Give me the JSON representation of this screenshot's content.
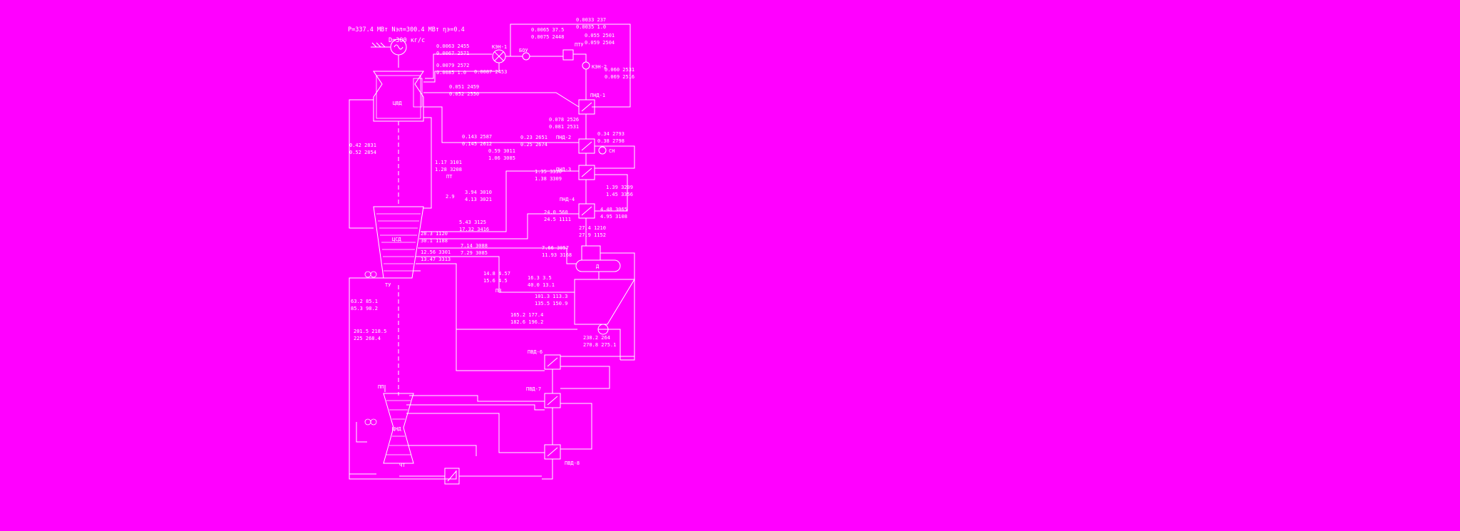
{
  "diagram": {
    "background": "#ff00ff",
    "ink": "#ffffff",
    "header": {
      "line1": "P=337.4 МВт  Nэл=300.4 МВт ηэ=0.4",
      "line2": "D=300 кг/с"
    },
    "equipment": {
      "turbine_hp": "ЦВД",
      "turbine_ip": "ЦСД",
      "turbine_lp": "ЦНД",
      "condenser_pump_1": "КЭН-1",
      "condenser_pump_2": "КЭН-2",
      "booster_pump": "БОУ",
      "heater_steam": "ПТУ",
      "lpu_1": "ПНД-1",
      "lpu_2": "ПНД-2",
      "lpu_3": "ПНД-3",
      "lpu_4": "ПНД-4",
      "hpu_6": "ПВД-6",
      "hpu_7": "ПВД-7",
      "hpu_8": "ПВД-8",
      "pump_sn": "СН",
      "deaerator": "Д"
    },
    "param_labels": [
      "0.0033 237",
      "0.0035 1.0",
      "0.0063 2455",
      "0.0067 2571",
      "0.0065 37.5",
      "0.0075 2448",
      "0.0079 2572",
      "0.0085 1.0",
      "0.0087 2453",
      "0.051 2459",
      "0.052 2550",
      "0.055 2501",
      "0.059 2504",
      "0.060 2531",
      "0.069 2516",
      "0.078 2526",
      "0.081 2531",
      "0.143 2587",
      "0.145 2612",
      "0.23 2651",
      "0.25 2674",
      "0.34 2793",
      "0.38 2798",
      "0.42 2831",
      "0.52 2854",
      "0.59 3011",
      "1.06 3085",
      "1.17 3101",
      "1.28 3208",
      "1.35 3330",
      "1.38 3309",
      "1.39 3209",
      "1.45 3356",
      "3.94 3010",
      "4.13 3021",
      "4.48 3065",
      "4.95 3108",
      "5.43 3125",
      "17.32 3416",
      "24.0 560",
      "24.5 1111",
      "27.4 1210",
      "27.9 1152",
      "28.3 1120",
      "30.1 1188",
      "7.14 3088",
      "7.29 3085",
      "7.66 3057",
      "11.93 3168",
      "12.56 3301",
      "13.47 3313",
      "14.8 4.57",
      "15.6 4.5",
      "16.3 3.5",
      "40.0 13.1",
      "63.2 85.1",
      "85.3 98.2",
      "101.3 113.3",
      "135.5 150.9",
      "165.2 177.4",
      "182.6 196.2",
      "201.5 218.5",
      "225 268.4",
      "238.2 264",
      "270.8 275.1"
    ],
    "tags": [
      "ПТ",
      "ПЗ",
      "ТУ",
      "ПП",
      "ЧТ",
      "2.9"
    ]
  }
}
